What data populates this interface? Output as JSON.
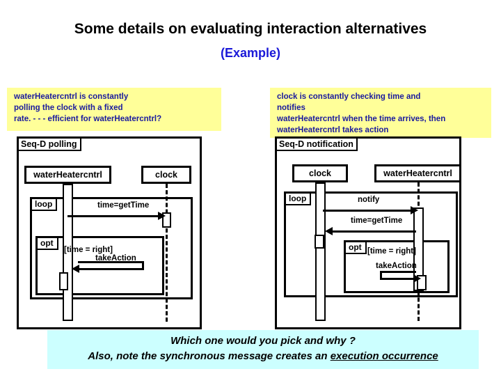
{
  "slide": {
    "title_main": "Some details on evaluating interaction alternatives",
    "title_sub": "(Example)",
    "title_sub_color": "#1a18d8"
  },
  "notes": {
    "left": {
      "color_bg": "#ffff99",
      "color_text": "#1a1a9e",
      "lines": [
        "waterHeatercntrl is constantly",
        "polling the clock with a fixed",
        "rate. - - -  efficient for waterHeatercntrl?"
      ]
    },
    "right": {
      "color_bg": "#ffff99",
      "color_text": "#1a1a9e",
      "lines": [
        "clock is constantly checking time and",
        "notifies",
        "waterHeatercntrl when the time arrives, then",
        "waterHeatercntrl takes action"
      ]
    }
  },
  "diagram_left": {
    "frame_tag": "Seq-D polling",
    "lifelines": [
      {
        "name": "waterHeatercntrl"
      },
      {
        "name": "clock"
      }
    ],
    "fragments": [
      {
        "operator": "loop",
        "guard": ""
      },
      {
        "operator": "opt",
        "guard": "[time = right]"
      }
    ],
    "messages": [
      {
        "label": "time=getTime",
        "from": "waterHeatercntrl",
        "to": "clock",
        "direction": "right"
      },
      {
        "label": "takeAction",
        "from": "clock",
        "to": "waterHeatercntrl",
        "direction": "left"
      }
    ]
  },
  "diagram_right": {
    "frame_tag": "Seq-D notification",
    "lifelines": [
      {
        "name": "clock"
      },
      {
        "name": "waterHeatercntrl"
      }
    ],
    "fragments": [
      {
        "operator": "loop",
        "guard": ""
      },
      {
        "operator": "opt",
        "guard": "[time = right]"
      }
    ],
    "messages": [
      {
        "label": "notify",
        "from": "clock",
        "to": "waterHeatercntrl",
        "direction": "right"
      },
      {
        "label": "time=getTime",
        "from": "waterHeatercntrl",
        "to": "clock",
        "direction": "left"
      },
      {
        "label": "takeAction",
        "from": "clock",
        "to": "waterHeatercntrl",
        "direction": "right"
      }
    ]
  },
  "banner": {
    "color_bg": "#ccffff",
    "line1": "Which one would you pick and why ?",
    "line2_prefix": "Also, note the synchronous message creates an ",
    "line2_underlined": "execution occurrence"
  }
}
